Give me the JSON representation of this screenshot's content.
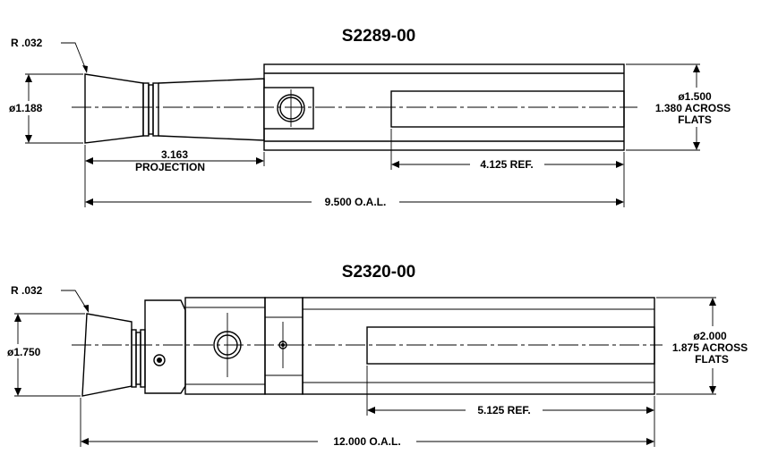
{
  "parts": [
    {
      "title": "S2289-00",
      "radius": "R .032",
      "nose_diameter": "ø1.188",
      "projection_value": "3.163",
      "projection_label": "PROJECTION",
      "flats_length": "4.125 REF.",
      "overall_length": "9.500 O.A.L.",
      "shank_diameter": "ø1.500",
      "across_flats_line1": "1.380 ACROSS",
      "across_flats_line2": "FLATS"
    },
    {
      "title": "S2320-00",
      "radius": "R .032",
      "nose_diameter": "ø1.750",
      "flats_length": "5.125 REF.",
      "overall_length": "12.000 O.A.L.",
      "shank_diameter": "ø2.000",
      "across_flats_line1": "1.875 ACROSS",
      "across_flats_line2": "FLATS"
    }
  ]
}
